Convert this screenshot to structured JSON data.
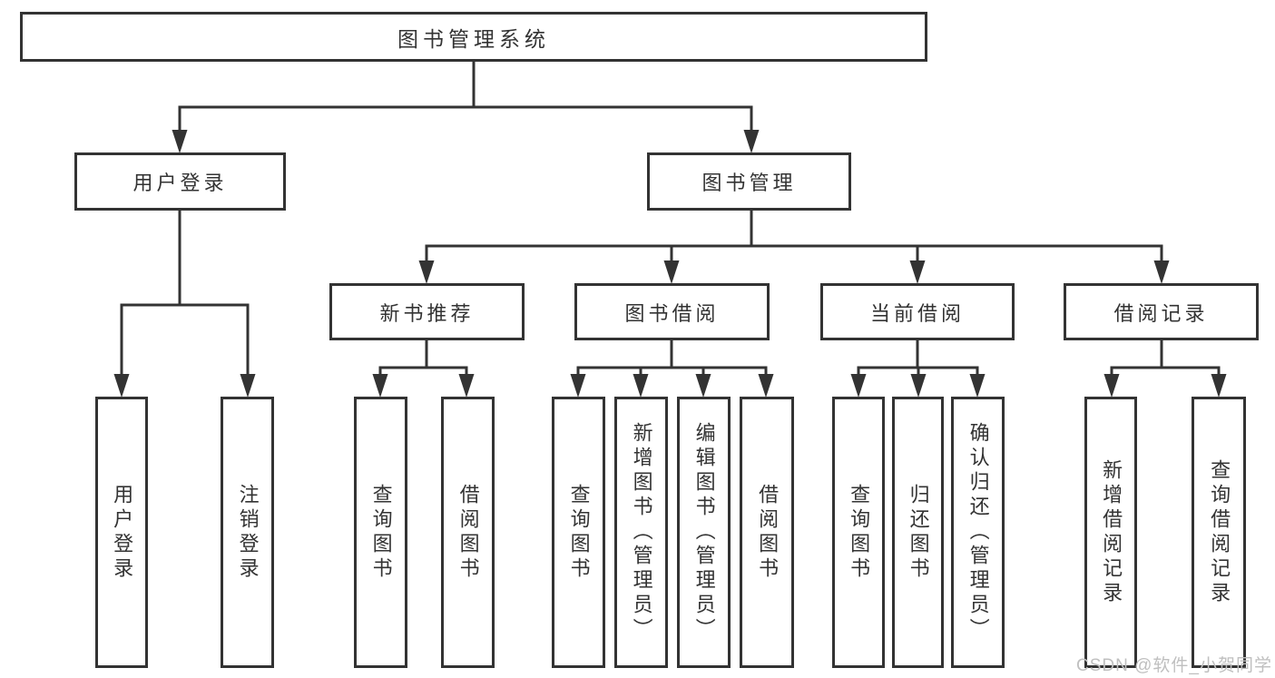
{
  "diagram": {
    "type": "tree",
    "root": {
      "label": "图书管理系统"
    },
    "level2": [
      {
        "label": "用户登录"
      },
      {
        "label": "图书管理"
      }
    ],
    "level3": [
      {
        "label": "新书推荐",
        "parent": "图书管理"
      },
      {
        "label": "图书借阅",
        "parent": "图书管理"
      },
      {
        "label": "当前借阅",
        "parent": "图书管理"
      },
      {
        "label": "借阅记录",
        "parent": "图书管理"
      }
    ],
    "leaves": [
      {
        "label": "用户登录",
        "parent": "用户登录"
      },
      {
        "label": "注销登录",
        "parent": "用户登录"
      },
      {
        "label": "查询图书",
        "parent": "新书推荐"
      },
      {
        "label": "借阅图书",
        "parent": "新书推荐"
      },
      {
        "label": "查询图书",
        "parent": "图书借阅"
      },
      {
        "label": "新增图书（管理员）",
        "parent": "图书借阅"
      },
      {
        "label": "编辑图书（管理员）",
        "parent": "图书借阅"
      },
      {
        "label": "借阅图书",
        "parent": "图书借阅"
      },
      {
        "label": "查询图书",
        "parent": "当前借阅"
      },
      {
        "label": "归还图书",
        "parent": "当前借阅"
      },
      {
        "label": "确认归还（管理员）",
        "parent": "当前借阅"
      },
      {
        "label": "新增借阅记录",
        "parent": "借阅记录"
      },
      {
        "label": "查询借阅记录",
        "parent": "借阅记录"
      }
    ]
  },
  "watermark": {
    "text": "CSDN @软件_小贺同学"
  },
  "colors": {
    "line": "#333333",
    "border": "#333333",
    "text": "#333333",
    "watermark": "#bfbfbf",
    "background": "#ffffff"
  }
}
